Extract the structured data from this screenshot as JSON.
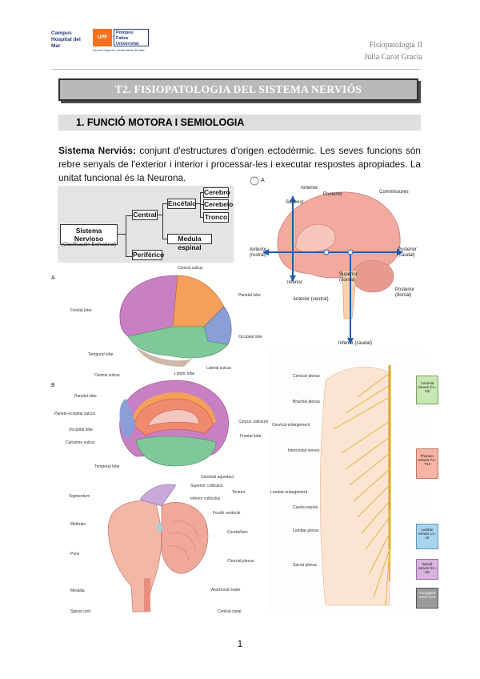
{
  "header": {
    "logo_campus": "Campus Hospital del Mar",
    "logo_uoc": "UPF",
    "logo_uvic": "Pompeu Fabra Universitat",
    "logo_sub": "Escola Superior d'Infermeria del Mar",
    "course": "Fisiopatologia II",
    "author": "Júlia Carot Gracia"
  },
  "title": "T2. FISIOPATOLOGIA DEL SISTEMA NERVIÓS",
  "section": "1.  FUNCIÓ MOTORA I SEMIOLOGIA",
  "intro": {
    "term": "Sistema Nerviós:",
    "text": " conjunt d'estructures d'origen ectodèrmic. Les seves funcions són rebre senyals de l'exterior i interior i processar-les i executar respostes apropiades. La unitat funcional és la Neurona."
  },
  "classification": {
    "root": "Sistema Nervioso",
    "root_sub": "(Clasificación Estructural)",
    "central": "Central",
    "encefalo": "Encéfalo",
    "cerebro": "Cerebro",
    "cerebelo": "Cerebelo",
    "tronco": "Tronco",
    "medula": "Medula espinal",
    "periferico": "Periférico"
  },
  "fig_directions": {
    "panel": "A",
    "anterior_top": "Anterior",
    "posterior_top": "Posterior",
    "commissures": "Commissures",
    "superior": "Superior",
    "anterior_rostral": "Anterior (rostral)",
    "posterior_caudal": "Posterior (caudal)",
    "inferior": "Inferior",
    "superior_dorsal": "Superior (dorsal)",
    "posterior_dorsal": "Posterior (dorsal)",
    "anterior_ventral": "Anterior (ventral)",
    "inferior_caudal": "Inferior (caudal)"
  },
  "fig_lateral": {
    "panel": "A",
    "central_sulcus": "Central sulcus",
    "parietal_lobe": "Parietal lobe",
    "frontal_lobe": "Frontal lobe",
    "occipital_lobe": "Occipital lobe",
    "temporal_lobe": "Temporal lobe",
    "lateral_sulcus": "Lateral sulcus"
  },
  "fig_medial": {
    "panel": "B",
    "central_sulcus": "Central sulcus",
    "limbic_lobe": "Limbic lobe",
    "parietal_lobe": "Parietal lobe",
    "parieto_occipital": "Parieto-occipital sulcus",
    "occipital_lobe": "Occipital lobe",
    "calcarine": "Calcarine sulcus",
    "corpus_callosum": "Corpus callosum",
    "frontal_lobe": "Frontal lobe",
    "temporal_lobe": "Temporal lobe"
  },
  "fig_brainstem": {
    "cerebral_aqueduct": "Cerebral aqueduct",
    "superior_colliculus": "Superior colliculus",
    "tectum": "Tectum",
    "inferior_colliculus": "Inferior colliculus",
    "tegmentum": "Tegmentum",
    "fourth_ventricle": "Fourth ventricle",
    "midbrain": "Midbrain",
    "cerebellum": "Cerebellum",
    "pons": "Pons",
    "choroid_plexus": "Choroid plexus",
    "medulla": "Medulla",
    "arachnoid_mater": "Arachnoid mater",
    "spinal_cord": "Spinal cord",
    "central_canal": "Central canal"
  },
  "fig_spinal": {
    "cervical_plexus": "Cervical plexus",
    "brachial_plexus": "Brachial plexus",
    "cervical_enlargement": "Cervical enlargement",
    "intercostal_nerves": "Intercostal nerves",
    "lumbar_enlargement": "Lumbar enlargement",
    "cauda_equina": "Cauda equina",
    "lumbar_plexus": "Lumbar plexus",
    "sacral_plexus": "Sacral plexus",
    "cervical_nerves": "Cervical nerves C1–C8",
    "thoracic_nerves": "Thoracic nerves T1–T12",
    "lumbar_nerves": "Lumbar nerves L1–L5",
    "sacral_nerves": "Sacral nerves S1–S5",
    "coccygeal_nerve": "Coccygeal nerve Co1"
  },
  "page_number": "1",
  "colors": {
    "frontal": "#c97fc4",
    "parietal": "#f5a05a",
    "occipital": "#8a9fd6",
    "temporal": "#7ec89a",
    "limbic": "#f08a6f",
    "brain_pink": "#f3b7a8",
    "cervical_box": "#c9e6b5",
    "thoracic_box": "#f6b4a4",
    "lumbar_box": "#a9d4ef",
    "sacral_box": "#d6b4dc",
    "coccygeal_box": "#9a9a9a"
  }
}
